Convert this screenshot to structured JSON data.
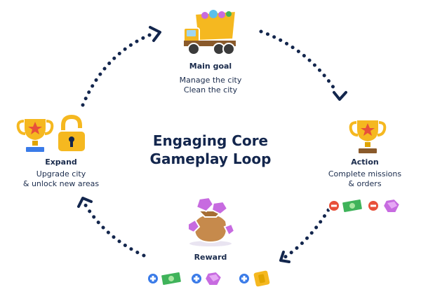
{
  "center": {
    "line1": "Engaging Core",
    "line2": "Gameplay Loop"
  },
  "nodes": {
    "main_goal": {
      "title": "Main goal",
      "line1": "Manage the city",
      "line2": "Clean the city"
    },
    "action": {
      "title": "Action",
      "line1": "Complete missions",
      "line2": "& orders"
    },
    "reward": {
      "title": "Reward"
    },
    "expand": {
      "title": "Expand",
      "line1": "Upgrade city",
      "line2": "& unlock new areas"
    }
  },
  "colors": {
    "navy": "#13264d",
    "gold": "#f5b820",
    "purple": "#c76be0",
    "green": "#3fb35a",
    "minus": "#e8503a",
    "plus": "#3a7be8"
  }
}
